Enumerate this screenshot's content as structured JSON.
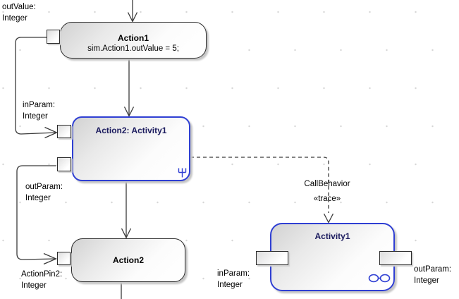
{
  "diagram": {
    "nodes": {
      "action1": {
        "name": "Action1",
        "effect": "sim.Action1.outValue = 5;"
      },
      "action2_call": {
        "name": "Action2: Activity1"
      },
      "action2": {
        "name": "Action2"
      },
      "activity1": {
        "name": "Activity1"
      }
    },
    "pin_labels": {
      "outValue": [
        "outValue:",
        "Integer"
      ],
      "inParam_action2": [
        "inParam:",
        "Integer"
      ],
      "outParam_action2": [
        "outParam:",
        "Integer"
      ],
      "actionPin2": [
        "ActionPin2:",
        "Integer"
      ],
      "inParam_activity1": [
        "inParam:",
        "Integer"
      ],
      "outParam_activity1": [
        "outParam:",
        "Integer"
      ]
    },
    "connector_labels": {
      "call_behavior": "CallBehavior",
      "stereotype": "«trace»"
    },
    "icons": {
      "rake": "call-behavior-rake-icon",
      "chain": "activity-parameters-icon"
    },
    "colors": {
      "node_border": "#2b2b2b",
      "highlight_border": "#2f3fd3",
      "icon_blue": "#2f3fd3",
      "connector_line": "#3a3a3a",
      "fill_gradient_start": "#d2d2d2",
      "fill_gradient_end": "#ffffff",
      "shadow": "#c6c6c6",
      "grid_dot": "#d6d6d6",
      "label_text": "#000000",
      "blue_title_text": "#1b1b5e"
    }
  }
}
